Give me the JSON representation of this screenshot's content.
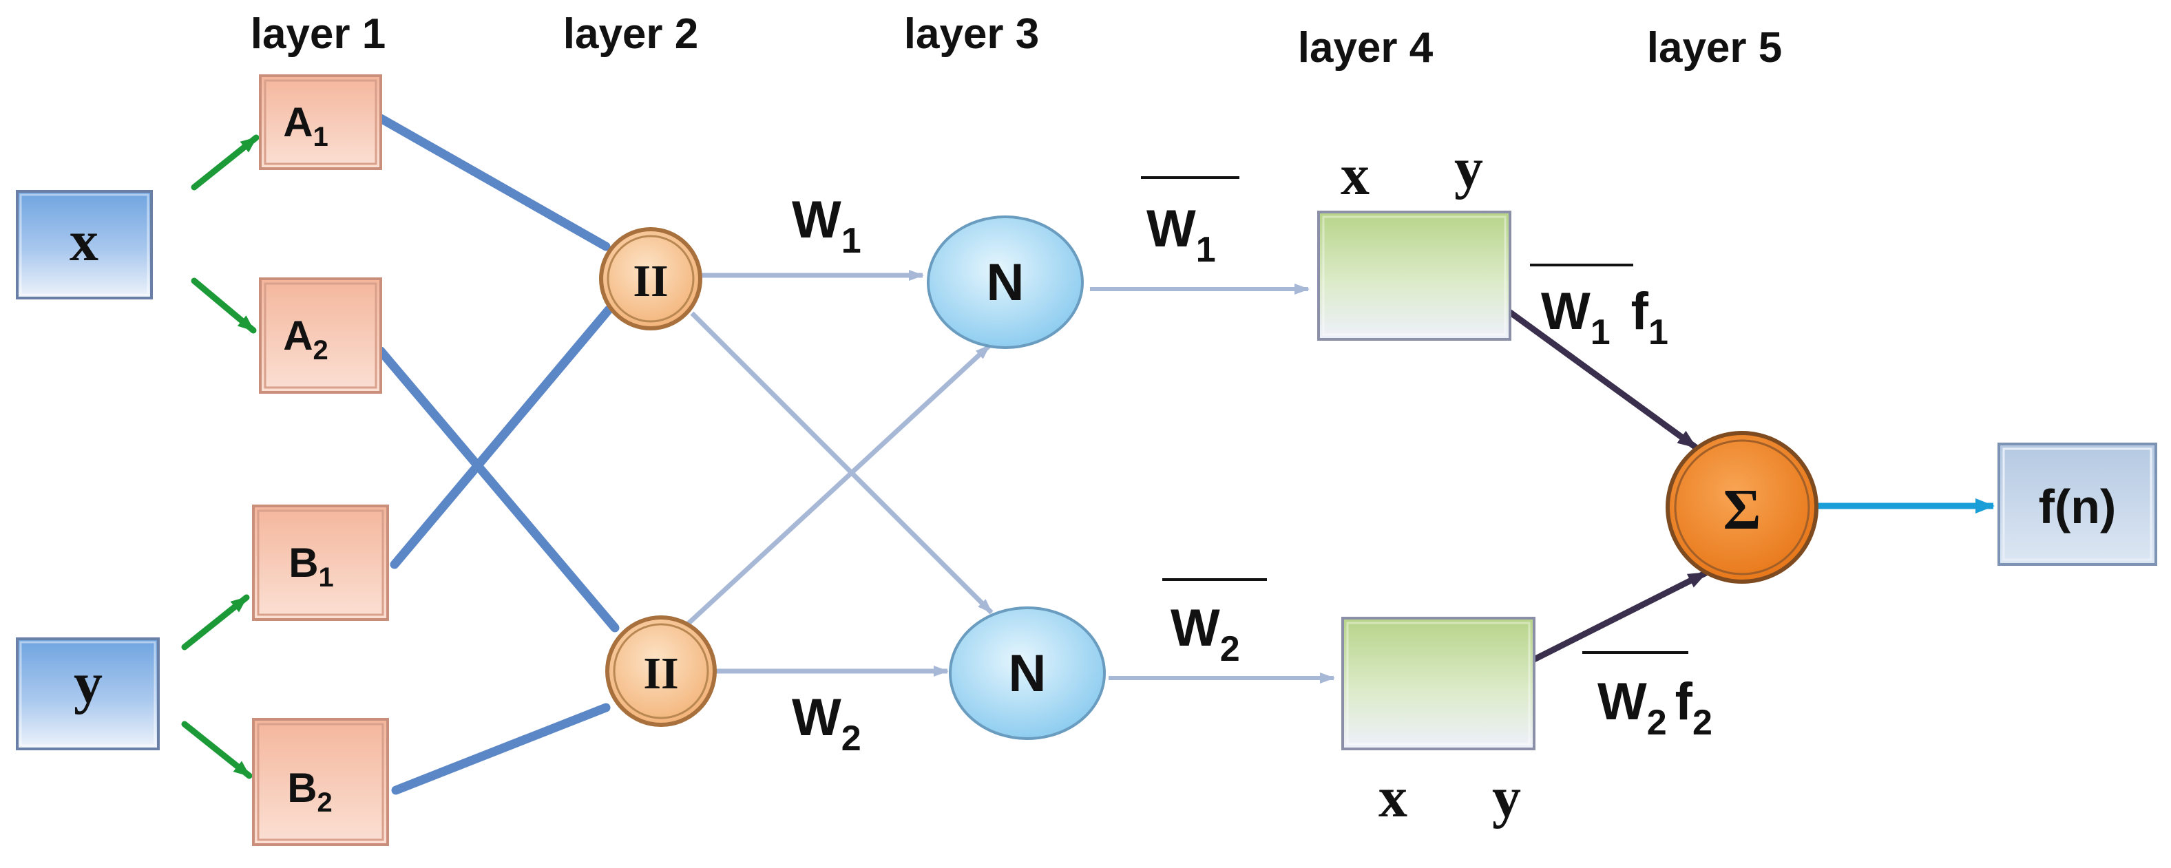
{
  "layers": {
    "l1": "layer 1",
    "l2": "layer 2",
    "l3": "layer 3",
    "l4": "layer 4",
    "l5": "layer 5"
  },
  "inputs": {
    "x": "x",
    "y": "y"
  },
  "mf_nodes": {
    "a1": {
      "letter": "A",
      "sub": "1"
    },
    "a2": {
      "letter": "A",
      "sub": "2"
    },
    "b1": {
      "letter": "B",
      "sub": "1"
    },
    "b2": {
      "letter": "B",
      "sub": "2"
    }
  },
  "product_nodes": {
    "top": "II",
    "bottom": "II"
  },
  "norm_nodes": {
    "top": "N",
    "bottom": "N"
  },
  "weights": {
    "w1": {
      "letter": "W",
      "sub": "1"
    },
    "w2": {
      "letter": "W",
      "sub": "2"
    }
  },
  "norm_weights": {
    "w1bar": {
      "letter": "W",
      "sub": "1"
    },
    "w2bar": {
      "letter": "W",
      "sub": "2"
    }
  },
  "layer4": {
    "top_x": "x",
    "top_y": "y",
    "bottom_x": "x",
    "bottom_y": "y"
  },
  "rule_outputs": {
    "top": {
      "w": "W",
      "wsub": "1",
      "f": "f",
      "fsub": "1"
    },
    "bottom": {
      "w": "W",
      "wsub": "2",
      "f": "f",
      "fsub": "2"
    }
  },
  "sum_node": "Σ",
  "output": "f(n)",
  "colors": {
    "input_box": "#6fa4e0",
    "mf_box": "#f2aa8e",
    "product_circle": "#f6c08e",
    "norm_circle": "#a5d8f3",
    "rule_box": "#b7d489",
    "sum_circle": "#f28a2c",
    "output_box": "#b4c9e2",
    "thick_line": "#5b87c7",
    "thin_arrow": "#a7b8d6",
    "green_arrow": "#1c9a38",
    "dark_arrow": "#3a2f4c",
    "output_arrow": "#1a9ed8"
  }
}
